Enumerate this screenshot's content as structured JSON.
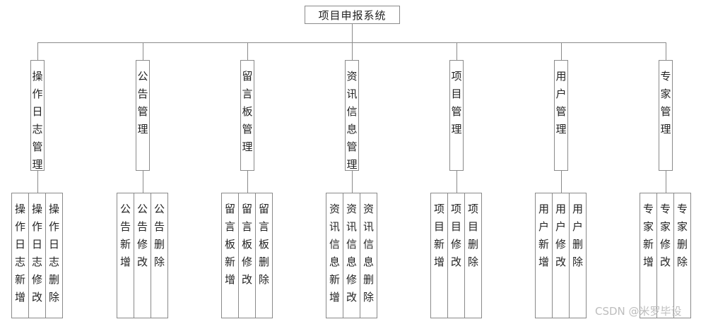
{
  "root": {
    "label": "项目申报系统"
  },
  "modules": [
    {
      "label": "操作日志管理",
      "children": [
        "操作日志新增",
        "操作日志修改",
        "操作日志删除"
      ]
    },
    {
      "label": "公告管理",
      "children": [
        "公告新增",
        "公告修改",
        "公告删除"
      ]
    },
    {
      "label": "留言板管理",
      "children": [
        "留言板新增",
        "留言板修改",
        "留言板删除"
      ]
    },
    {
      "label": "资讯信息管理",
      "children": [
        "资讯信息新增",
        "资讯信息修改",
        "资讯信息删除"
      ]
    },
    {
      "label": "项目管理",
      "children": [
        "项目新增",
        "项目修改",
        "项目删除"
      ]
    },
    {
      "label": "用户管理",
      "children": [
        "用户新增",
        "用户修改",
        "用户删除"
      ]
    },
    {
      "label": "专家管理",
      "children": [
        "专家新增",
        "专家修改",
        "专家删除"
      ]
    }
  ],
  "watermark": "CSDN @米罗毕设"
}
